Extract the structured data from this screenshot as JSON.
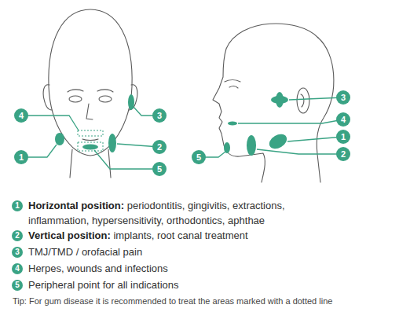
{
  "diagram": {
    "nodes": [
      {
        "text": [
          "4"
        ]
      },
      {
        "text": [
          "3"
        ]
      },
      {
        "text": [
          "2"
        ]
      },
      {
        "text": [
          "1"
        ]
      },
      {
        "text": [
          "5"
        ]
      },
      {
        "text": [
          "3"
        ]
      },
      {
        "text": [
          "4"
        ]
      },
      {
        "text": [
          "1"
        ]
      },
      {
        "text": [
          "2"
        ]
      },
      {
        "text": [
          "5"
        ]
      },
      {
        "text": [
          "1"
        ]
      },
      {
        "text": [
          "2"
        ]
      },
      {
        "text": [
          "3"
        ]
      },
      {
        "text": [
          "4"
        ]
      },
      {
        "text": [
          "5"
        ]
      }
    ],
    "labels": [
      "Horizontal position:",
      "periodontitis, gingivitis, extractions, inflammation, hypersensitivity, orthodontics, aphthae",
      "Vertical position:",
      "implants, root canal treatment",
      "TMJ/TMD / orofacial pain",
      "Herpes, wounds and infections",
      "Peripheral point for all indications",
      "Tip: For gum disease it is recommended to treat the areas marked with a dotted line"
    ]
  }
}
